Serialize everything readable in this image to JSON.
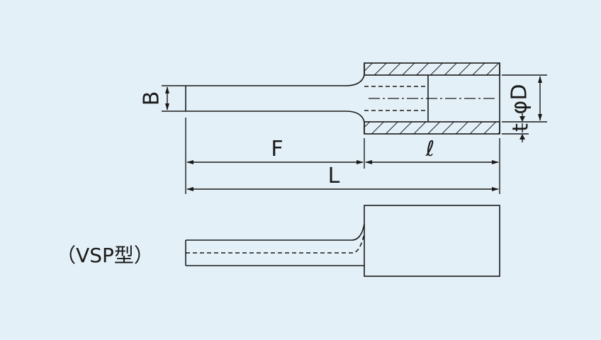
{
  "diagram": {
    "labels": {
      "B": "B",
      "F": "F",
      "l": "ℓ",
      "L": "L",
      "t": "t",
      "phiD": "φD"
    },
    "caption": "（VSP型）",
    "colors": {
      "background": "#e4f0f7",
      "line": "#1a1a1a"
    }
  }
}
